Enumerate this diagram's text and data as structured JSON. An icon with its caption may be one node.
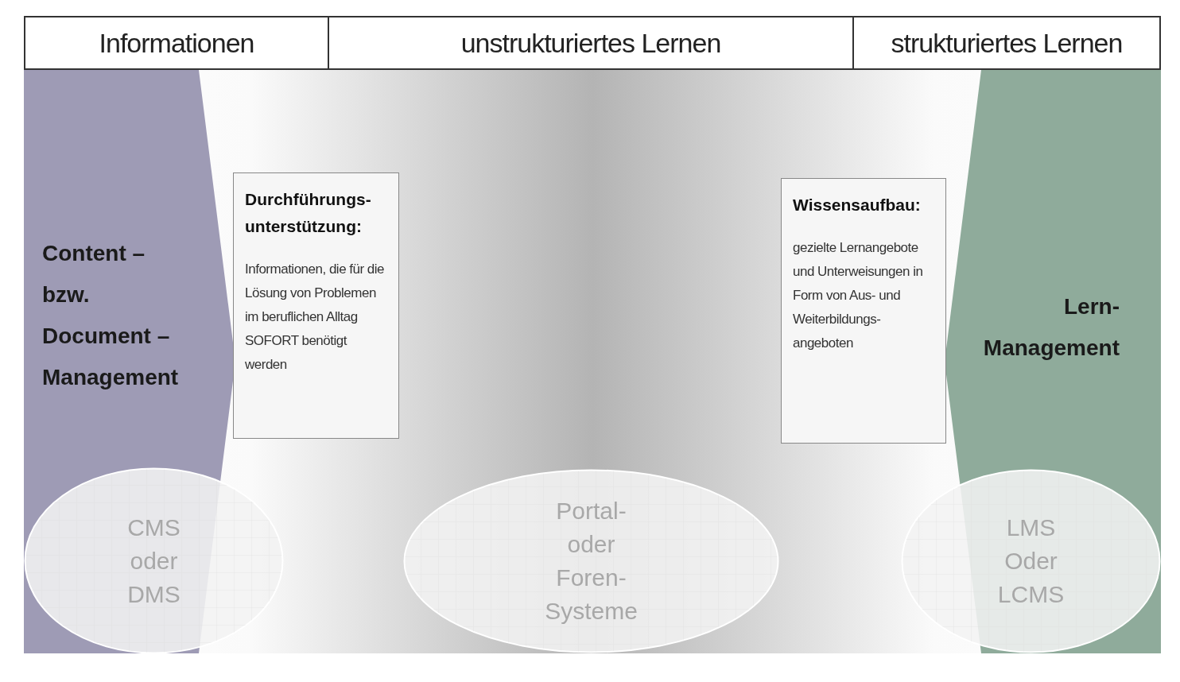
{
  "diagram": {
    "nodes": [
      {
        "text": [
          "Informationen"
        ]
      },
      {
        "text": [
          "unstrukturiertes Lernen"
        ]
      },
      {
        "text": [
          "strukturiertes Lernen"
        ]
      },
      {
        "text": [
          "Content – bzw. Document – Management"
        ]
      },
      {
        "text": [
          "Durchführungs- unterstützung:",
          "Informationen, die für die Lösung von Problemen im beruflichen Alltag SOFORT benötigt werden"
        ]
      },
      {
        "text": [
          "Wissensaufbau:",
          "gezielte Lernangebote und Unterweisungen in Form von Aus- und Weiterbildungs- angeboten"
        ]
      },
      {
        "text": [
          "Lern- Management"
        ]
      },
      {
        "text": [
          "CMS oder DMS"
        ]
      },
      {
        "text": [
          "Portal- oder Foren- Systeme"
        ]
      },
      {
        "text": [
          "LMS Oder LCMS"
        ]
      }
    ],
    "edges": []
  }
}
